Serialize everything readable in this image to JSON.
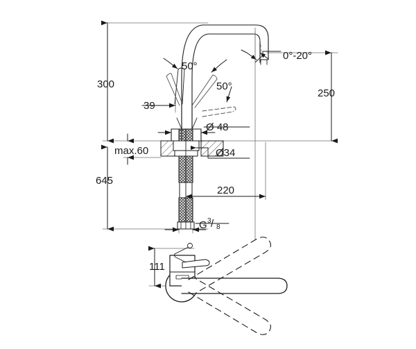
{
  "drawing": {
    "type": "technical-dimension-drawing",
    "subject": "single-lever kitchen mixer tap",
    "background_color": "#ffffff",
    "line_color": "#1a1a1a",
    "text_color": "#1a1a1a",
    "views": [
      {
        "id": "elevation",
        "name": "front elevation view"
      },
      {
        "id": "plan",
        "name": "top plan view"
      }
    ],
    "dimensions": {
      "overall_height": "300",
      "spout_height": "250",
      "supply_length": "645",
      "deck_thickness": "max.60",
      "handle_clearance": "39",
      "spout_reach": "220",
      "plan_offset": "111",
      "body_diameter": "Ø 48",
      "shank_diameter": "Ø34"
    },
    "angles": {
      "handle_left": "50°",
      "handle_right": "50°",
      "spout_tilt": "0°-20°"
    },
    "thread": {
      "label_prefix": "G",
      "numerator": "3",
      "denominator": "8"
    }
  }
}
